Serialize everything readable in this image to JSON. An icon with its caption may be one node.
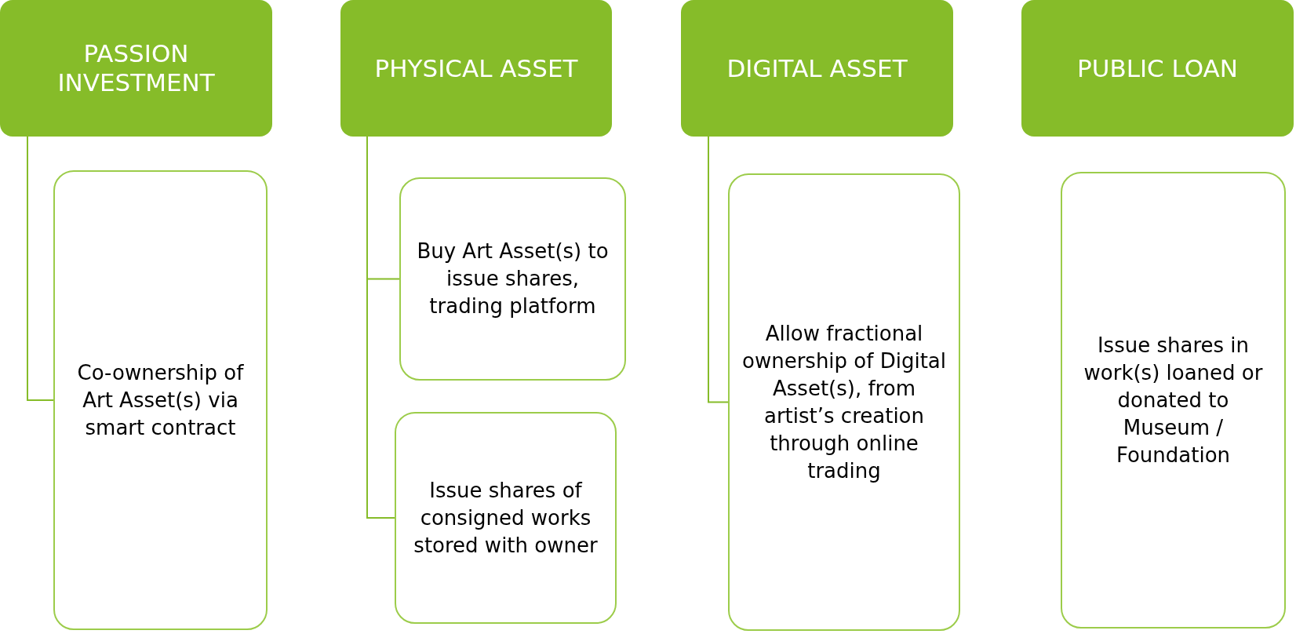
{
  "diagram": {
    "nodes": [
      {
        "text": [
          "PASSION INVESTMENT"
        ]
      },
      {
        "text": [
          "Co-ownership of Art Asset(s) via smart contract"
        ]
      },
      {
        "text": [
          "PHYSICAL ASSET"
        ]
      },
      {
        "text": [
          "Buy Art Asset(s) to issue shares, trading platform"
        ]
      },
      {
        "text": [
          "Issue shares of consigned works stored with owner"
        ]
      },
      {
        "text": [
          "DIGITAL ASSET"
        ]
      },
      {
        "text": [
          "Allow fractional ownership of Digital Asset(s), from artist’s creation through online trading"
        ]
      },
      {
        "text": [
          "PUBLIC LOAN"
        ]
      },
      {
        "text": [
          "Issue shares in work(s) loaned or donated to Museum / Foundation"
        ]
      }
    ],
    "edges": [
      {
        "from": 0,
        "to": 1,
        "arrow": "none"
      },
      {
        "from": 2,
        "to": 3,
        "arrow": "none"
      },
      {
        "from": 2,
        "to": 4,
        "arrow": "none"
      },
      {
        "from": 5,
        "to": 6,
        "arrow": "none"
      }
    ]
  }
}
